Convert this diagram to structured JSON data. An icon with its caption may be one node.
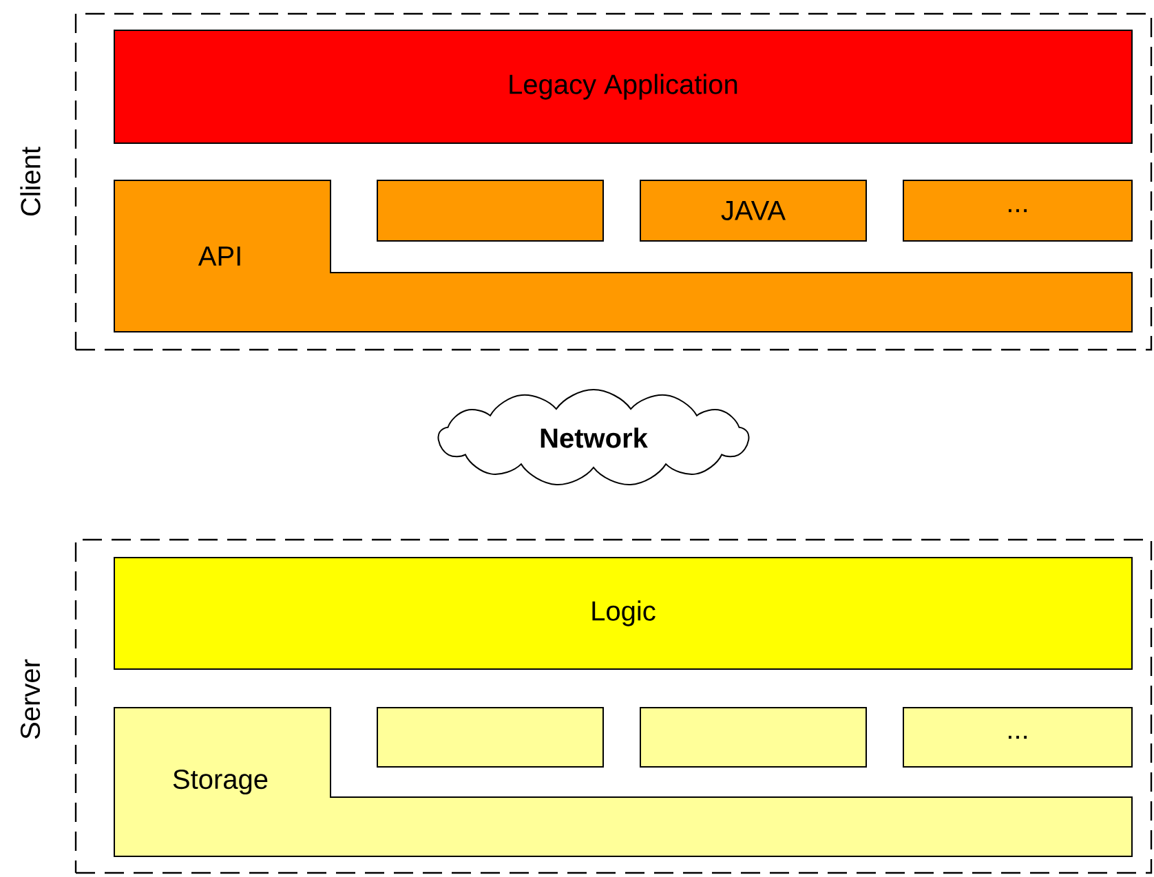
{
  "diagram": {
    "nodes": [
      {
        "text": [
          "Client"
        ]
      },
      {
        "text": [
          "Legacy Application"
        ],
        "in": 0
      },
      {
        "text": [
          "API"
        ],
        "in": 0
      },
      {
        "text": [],
        "shape": "box",
        "in": 0
      },
      {
        "text": [
          "JAVA"
        ],
        "in": 0
      },
      {
        "text": [
          "..."
        ],
        "in": 0
      },
      {
        "text": [
          "Network"
        ]
      },
      {
        "text": [
          "Server"
        ]
      },
      {
        "text": [
          "Logic"
        ],
        "in": 7
      },
      {
        "text": [
          "Storage"
        ],
        "in": 7
      },
      {
        "text": [],
        "shape": "box",
        "in": 7
      },
      {
        "text": [],
        "shape": "box",
        "in": 7
      },
      {
        "text": [
          "..."
        ],
        "in": 7
      }
    ]
  }
}
